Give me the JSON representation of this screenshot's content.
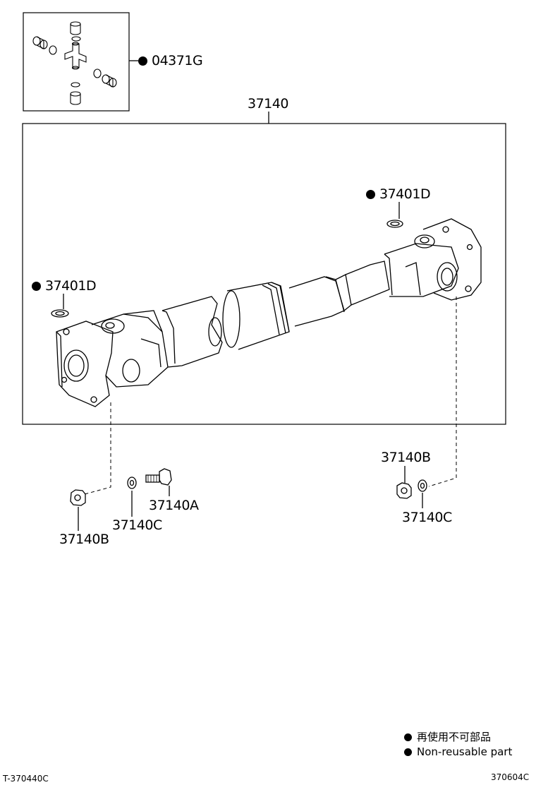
{
  "labels": {
    "kit": "04371G",
    "assembly": "37140",
    "snap_ring_right": "37401D",
    "snap_ring_left": "37401D",
    "bolt": "37140A",
    "nut_left": "37140B",
    "washer_left": "37140C",
    "nut_right": "37140B",
    "washer_right": "37140C"
  },
  "legend": {
    "japanese": "再使用不可部品",
    "english": "Non-reusable part"
  },
  "footer": {
    "left_code": "T-370440C",
    "right_code": "370604C"
  }
}
